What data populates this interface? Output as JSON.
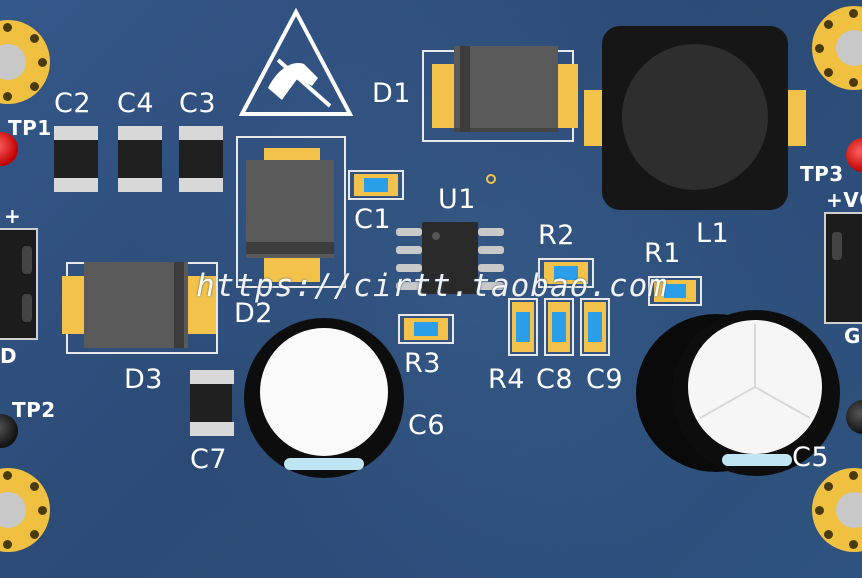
{
  "board": {
    "background_color": "#2f4f79",
    "silkscreen_color": "#ffffff",
    "pad_color": "#f2c24a",
    "watermark": "https://cirtt.taobao.com"
  },
  "labels": {
    "c2": "C2",
    "c4": "C4",
    "c3": "C3",
    "d1": "D1",
    "d2": "D2",
    "d3": "D3",
    "c1": "C1",
    "u1": "U1",
    "l1": "L1",
    "r1": "R1",
    "r2": "R2",
    "r3": "R3",
    "r4": "R4",
    "c8": "C8",
    "c9": "C9",
    "c6": "C6",
    "c7": "C7",
    "c5": "C5",
    "tp1": "TP1",
    "tp2": "TP2",
    "tp3": "TP3",
    "plus_left": "+",
    "vcc": "+VC",
    "gnd_right": "G",
    "gnd_left": "D"
  },
  "icons": {
    "esd": "esd-warning-icon"
  }
}
